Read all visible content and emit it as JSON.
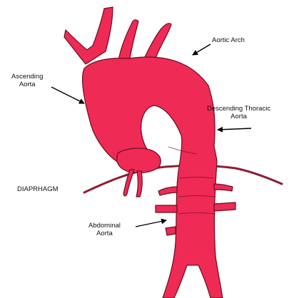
{
  "labels": {
    "aortic_arch": "Aortic Arch",
    "ascending_aorta": [
      "Ascending",
      "Aorta"
    ],
    "descending_thoracic_aorta": [
      "Descending Thoracic",
      "Aorta"
    ],
    "diaphragm": "DIAPRHAGM",
    "abdominal_aorta": [
      "Abdominal",
      "Aorta"
    ]
  },
  "colors": {
    "aorta_fill": "#ef2a55",
    "aorta_outline": "#6a0d1f",
    "diaphragm_line": "#8c1f34",
    "text": "#111111",
    "arrow": "#000000"
  }
}
